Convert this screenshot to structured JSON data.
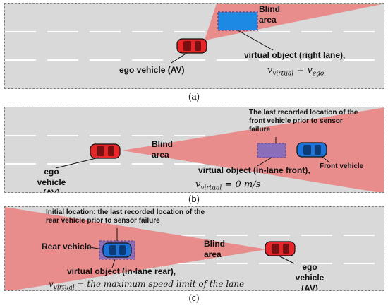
{
  "panels": {
    "a": {
      "caption": "(a)",
      "blind_area": "Blind area",
      "ego_label": "ego vehicle (AV)",
      "virtual_label": "virtual object (right lane),",
      "equation_lhs": "v",
      "equation_lhs_sub": "virtual",
      "equation_rhs": "= v",
      "equation_rhs_sub": "ego"
    },
    "b": {
      "caption": "(b)",
      "blind_area": "Blind area",
      "note": "The last recorded location of the front vehicle prior to sensor failure",
      "ego_label": "ego vehicle (AV)",
      "virtual_label": "virtual object (in-lane front),",
      "front_label": "Front vehicle",
      "equation_lhs": "v",
      "equation_lhs_sub": "virtual",
      "equation_rhs": "= 0 m/s"
    },
    "c": {
      "caption": "(c)",
      "blind_area": "Blind area",
      "note": "Initial location: the last recorded location of the rear vehicle prior to sensor failure",
      "rear_label": "Rear vehicle",
      "ego_label": "ego vehicle (AV)",
      "virtual_label": "virtual object (in-lane rear),",
      "equation_lhs": "v",
      "equation_lhs_sub": "virtual",
      "equation_rhs": "= the maximum speed limit of the lane"
    }
  },
  "colors": {
    "road": "#d9d9d9",
    "lane_marking": "#ffffff",
    "blind_area": "#e88c8c",
    "ego_vehicle": "#e8262a",
    "other_vehicle": "#1e73d8",
    "virtual_object_right_lane": "#1e88e5",
    "virtual_object_in_lane": "#8a6fb8"
  }
}
